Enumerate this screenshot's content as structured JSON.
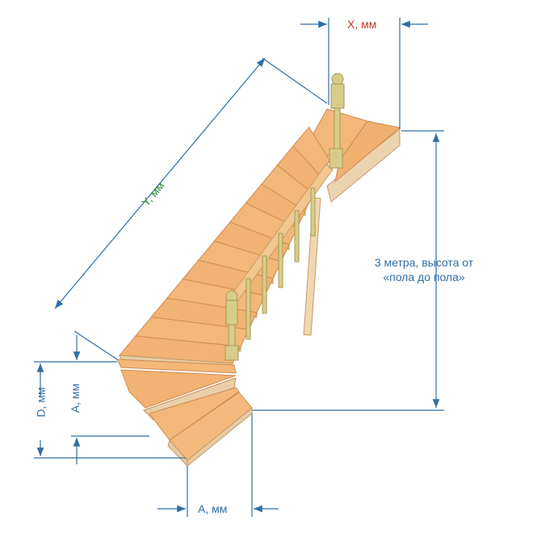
{
  "labels": {
    "x_dim": "X, мм",
    "y_dim": "Y, мм",
    "height_line1": "3 метра, высота от",
    "height_line2": "«пола до пола»",
    "d_dim": "D, мм",
    "a_dim_vertical": "A, мм",
    "a_dim_horizontal": "A, мм"
  },
  "colors": {
    "dimension": "#2f6ea6",
    "x_label": "#c0392b",
    "y_label": "#2e8b3a",
    "wood": "#f3b77a",
    "wood_edge": "#d99a5c",
    "post": "#d8cc8a"
  }
}
